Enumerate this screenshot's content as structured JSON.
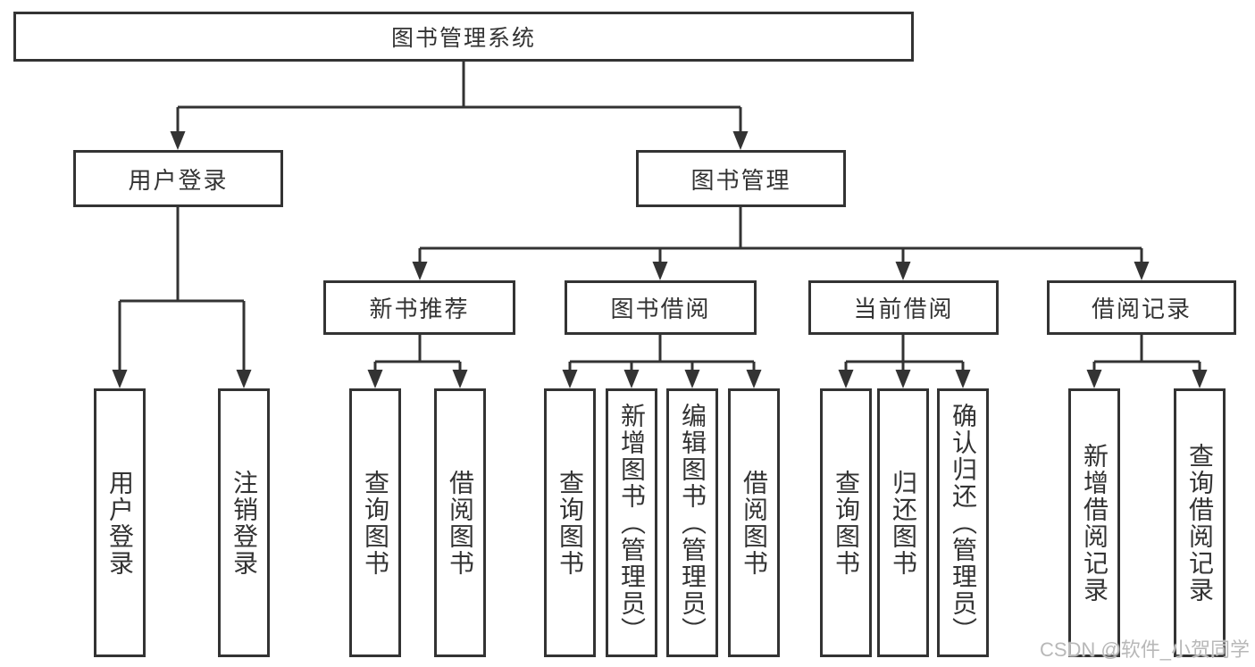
{
  "tree": {
    "title": "图书管理系统",
    "level2": [
      {
        "label": "用户登录"
      },
      {
        "label": "图书管理"
      }
    ],
    "level3": [
      {
        "label": "新书推荐"
      },
      {
        "label": "图书借阅"
      },
      {
        "label": "当前借阅"
      },
      {
        "label": "借阅记录"
      }
    ],
    "leaves": {
      "user": [
        "用户登录",
        "注销登录"
      ],
      "recommend": [
        "查询图书",
        "借阅图书"
      ],
      "borrow": [
        "查询图书",
        "新增图书（管理员）",
        "编辑图书（管理员）",
        "借阅图书"
      ],
      "current": [
        "查询图书",
        "归还图书",
        "确认归还（管理员）"
      ],
      "records": [
        "新增借阅记录",
        "查询借阅记录"
      ]
    }
  },
  "watermark": "CSDN @软件_小贺同学",
  "colors": {
    "line": "#333333",
    "text": "#333333",
    "watermark": "#b8b8b8"
  }
}
